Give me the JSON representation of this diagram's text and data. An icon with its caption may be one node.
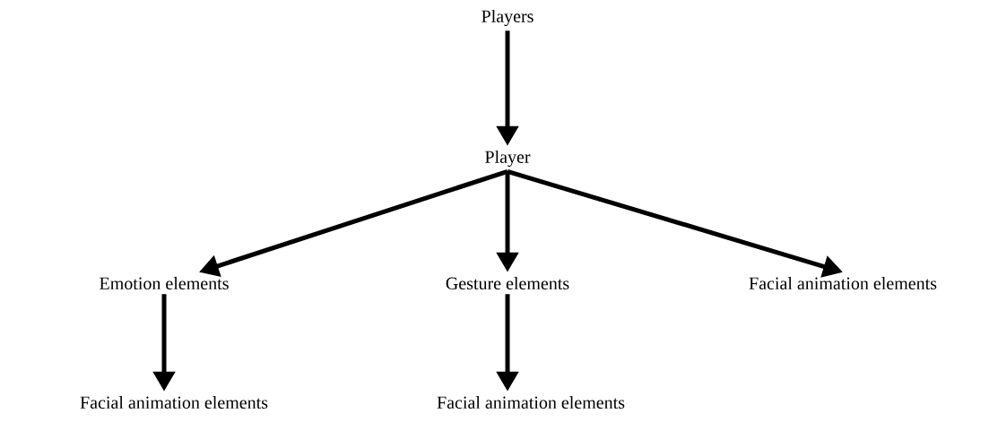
{
  "diagram": {
    "nodes": [
      {
        "text": [
          "Players"
        ]
      },
      {
        "text": [
          "Player"
        ]
      },
      {
        "text": [
          "Emotion elements"
        ]
      },
      {
        "text": [
          "Gesture elements"
        ]
      },
      {
        "text": [
          "Facial animation elements"
        ]
      },
      {
        "text": [
          "Facial animation elements"
        ]
      },
      {
        "text": [
          "Facial animation elements"
        ]
      }
    ],
    "edges": [
      {
        "from": 0,
        "to": 1,
        "arrow": "to"
      },
      {
        "from": 1,
        "to": 2,
        "arrow": "to"
      },
      {
        "from": 1,
        "to": 3,
        "arrow": "to"
      },
      {
        "from": 1,
        "to": 4,
        "arrow": "to"
      },
      {
        "from": 2,
        "to": 5,
        "arrow": "to"
      },
      {
        "from": 3,
        "to": 6,
        "arrow": "to"
      }
    ]
  }
}
